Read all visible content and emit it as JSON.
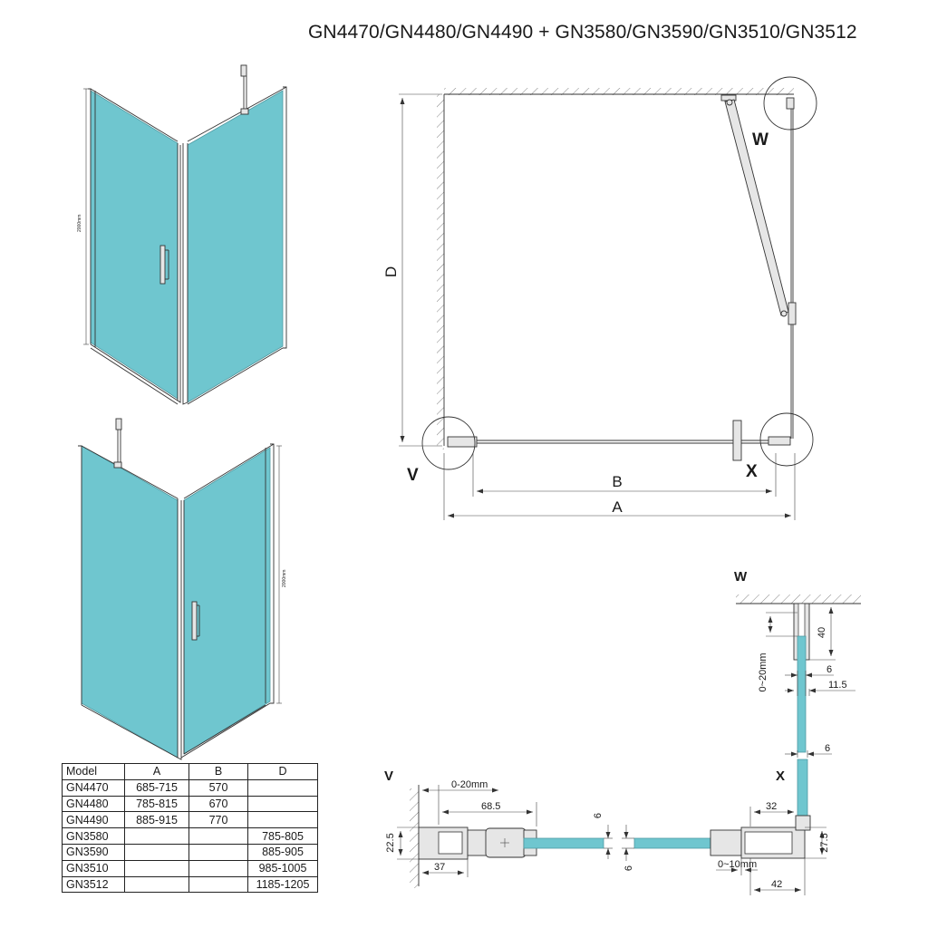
{
  "title": "GN4470/GN4480/GN4490 + GN3580/GN3590/GN3510/GN3512",
  "iso_views": {
    "height_label_top": "2000mm",
    "height_label_bottom": "2000mm"
  },
  "plan": {
    "dim_D": "D",
    "dim_B": "B",
    "dim_A": "A",
    "marker_V": "V",
    "marker_X": "X",
    "marker_W": "W"
  },
  "detail_W": {
    "label": "W",
    "d40": "40",
    "d0_20": "0~20mm",
    "d6": "6",
    "d11_5": "11.5"
  },
  "detail_V": {
    "label": "V",
    "d0_20": "0-20mm",
    "d68_5": "68.5",
    "d6": "6",
    "d22_5": "22.5",
    "d37": "37"
  },
  "detail_X": {
    "label": "X",
    "d6_top": "6",
    "d6_left": "6",
    "d32": "32",
    "d27_5": "27.5",
    "d0_10": "0~10mm",
    "d42": "42"
  },
  "table": {
    "headers": [
      "Model",
      "A",
      "B",
      "D"
    ],
    "rows": [
      [
        "GN4470",
        "685-715",
        "570",
        ""
      ],
      [
        "GN4480",
        "785-815",
        "670",
        ""
      ],
      [
        "GN4490",
        "885-915",
        "770",
        ""
      ],
      [
        "GN3580",
        "",
        "",
        "785-805"
      ],
      [
        "GN3590",
        "",
        "",
        "885-905"
      ],
      [
        "GN3510",
        "",
        "",
        "985-1005"
      ],
      [
        "GN3512",
        "",
        "",
        "1185-1205"
      ]
    ]
  }
}
